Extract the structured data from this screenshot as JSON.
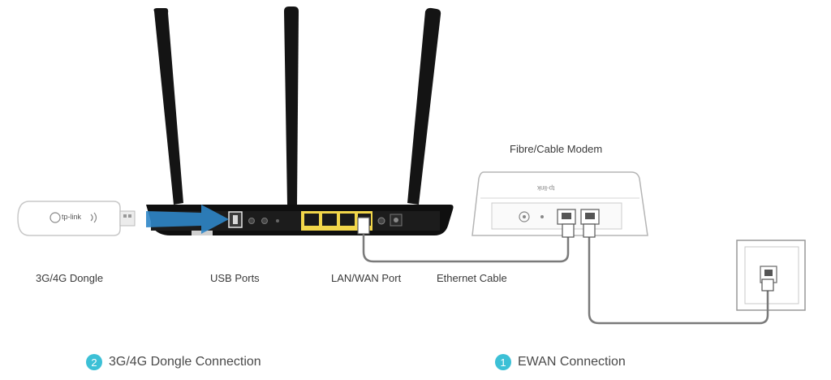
{
  "labels": {
    "modem": "Fibre/Cable Modem",
    "dongle": "3G/4G Dongle",
    "usb_ports": "USB Ports",
    "lan_wan_port": "LAN/WAN Port",
    "ethernet_cable": "Ethernet Cable"
  },
  "brand": {
    "dongle_logo": "tp-link",
    "modem_logo": "tp-link"
  },
  "legend": [
    {
      "number": "2",
      "text": "3G/4G Dongle Connection"
    },
    {
      "number": "1",
      "text": "EWAN Connection"
    }
  ],
  "colors": {
    "accent": "#3cc0d6",
    "arrow": "#2f86c8",
    "lan_ports": "#f2d64a",
    "device_black": "#111111",
    "cable": "#777777"
  }
}
